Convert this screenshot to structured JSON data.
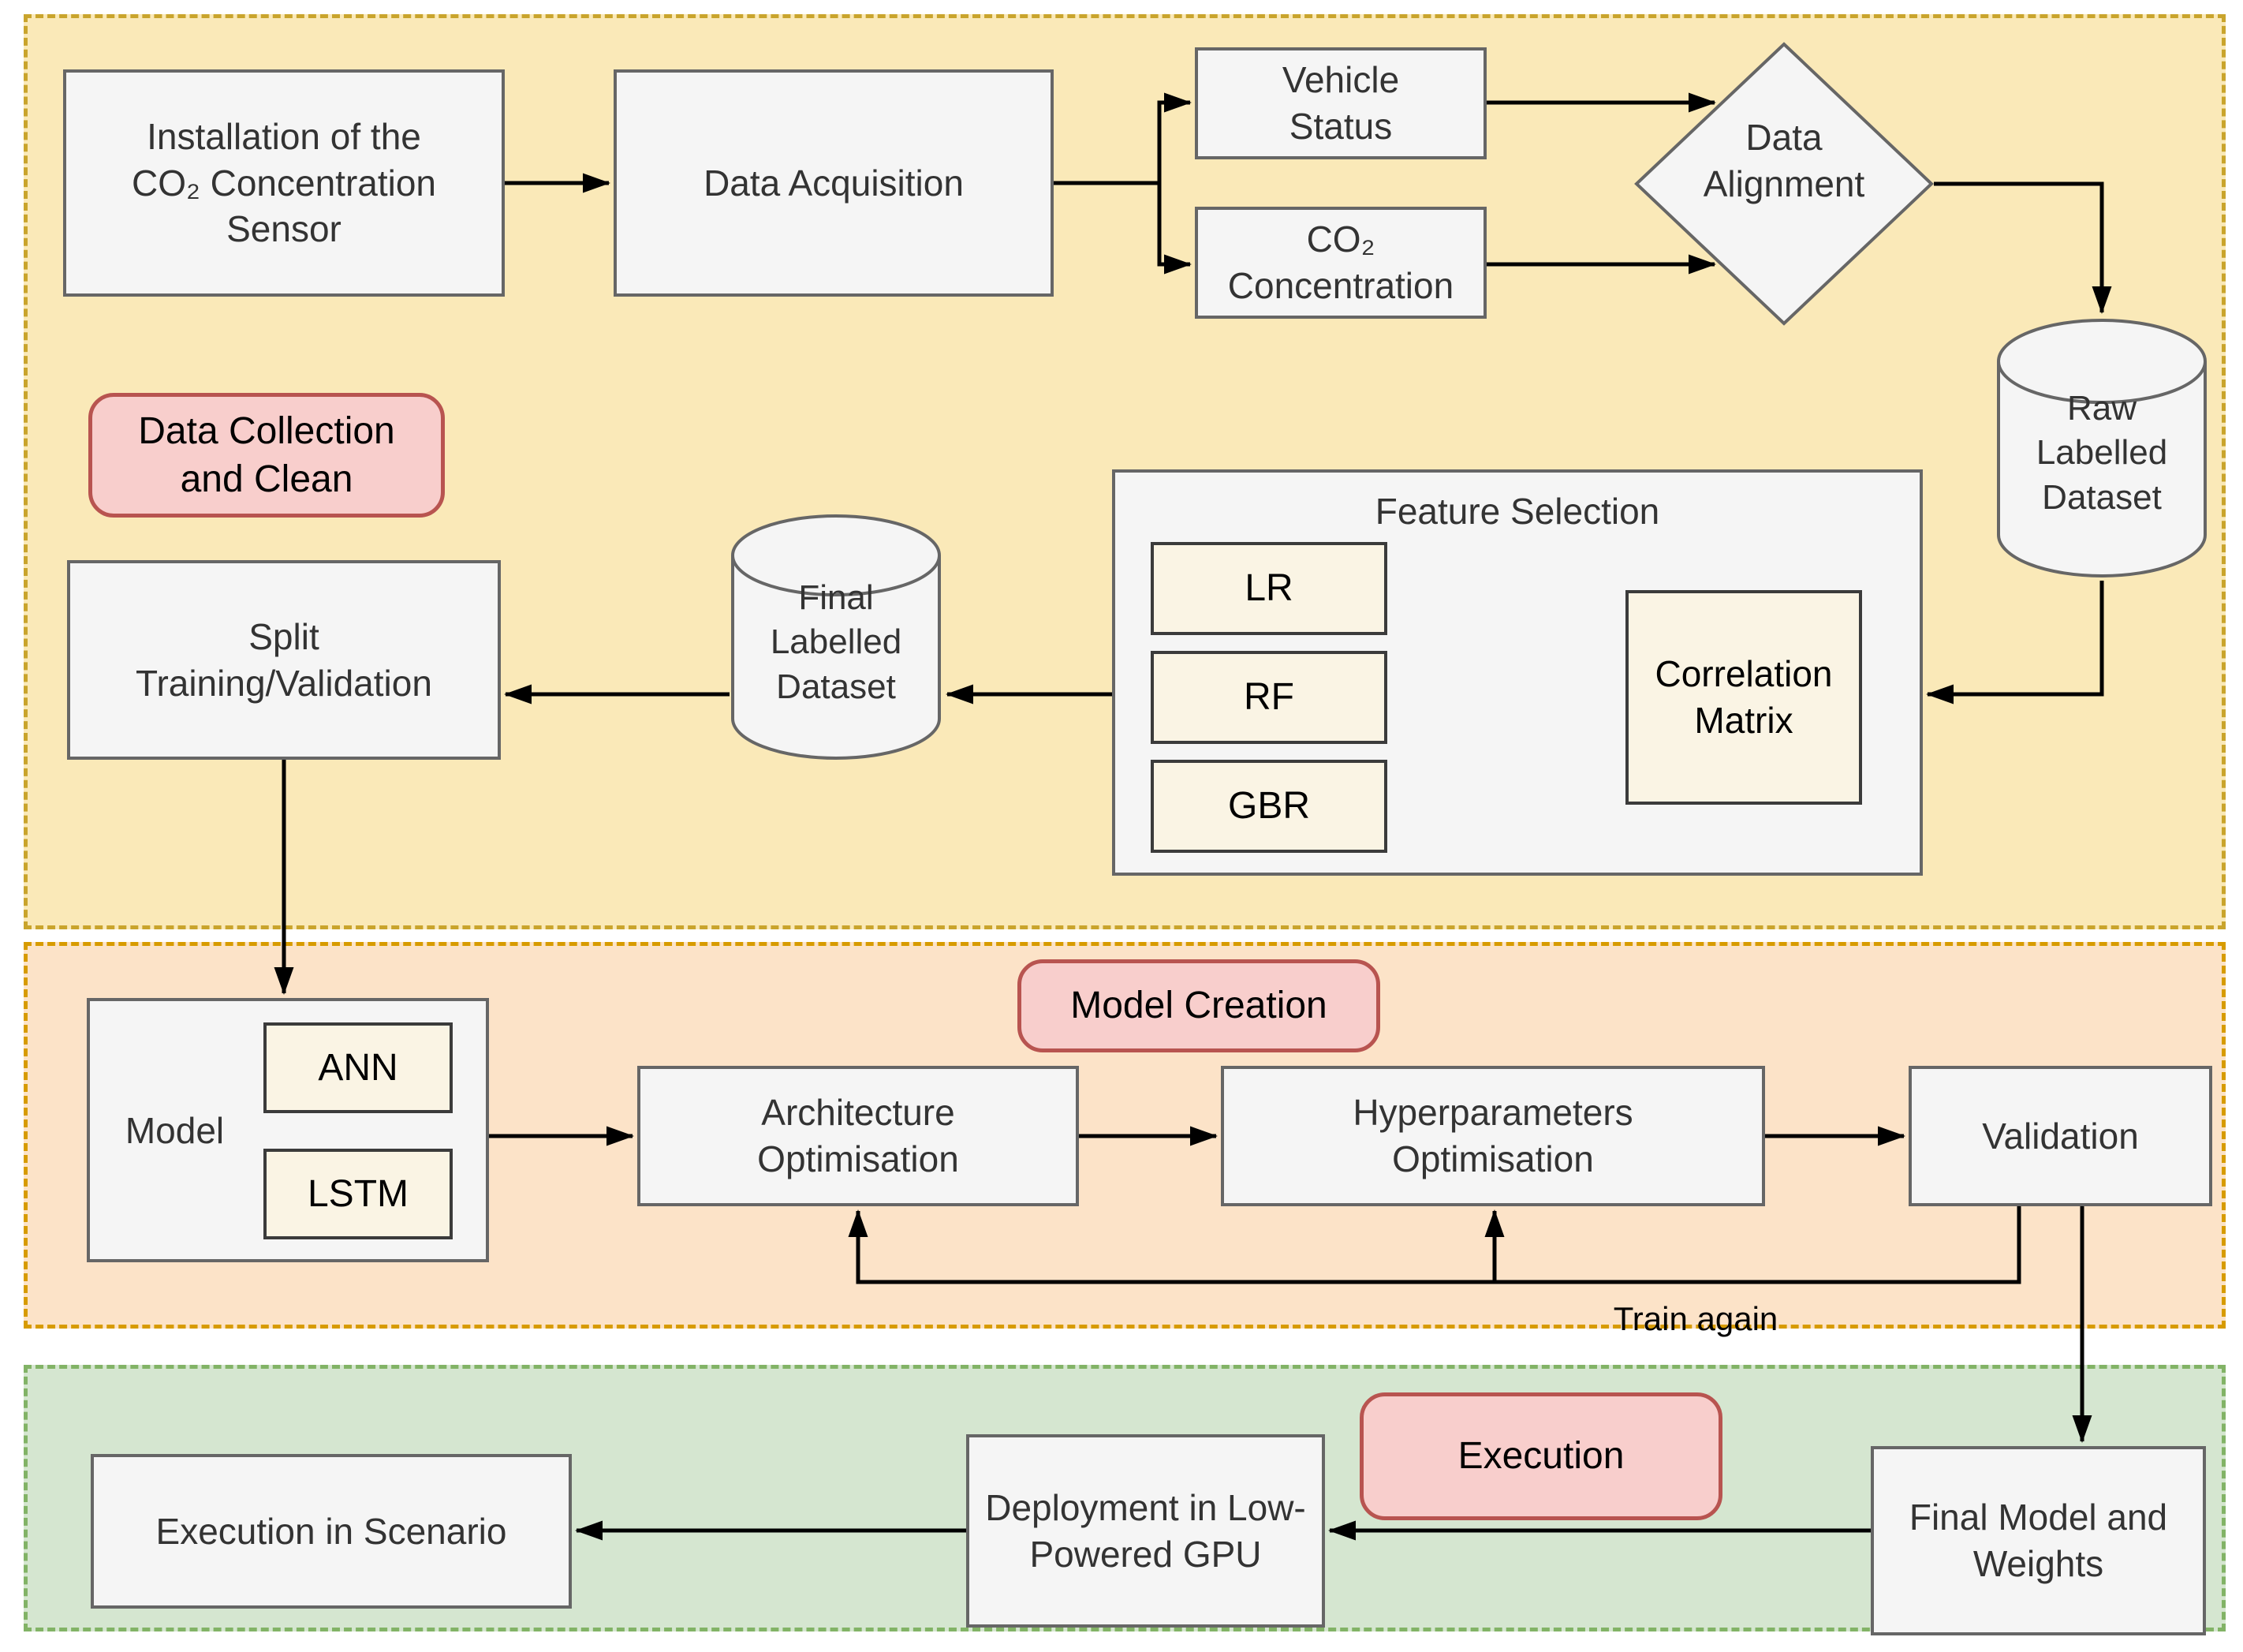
{
  "colors": {
    "section-yellow-fill": "#FAE9B8",
    "section-yellow-border": "#C9A42C",
    "section-orange-fill": "#FCE3C8",
    "section-orange-border": "#D79B00",
    "section-green-fill": "#D5E6D0",
    "section-green-border": "#82B366",
    "tag-fill": "#F8CECC",
    "tag-border": "#B85450",
    "node-fill": "#F5F5F5",
    "node-border": "#666666",
    "node-text": "#333333",
    "subnode-fill": "#FAF4E4",
    "subnode-border": "#3B3B3B",
    "arrow": "#000000"
  },
  "sections": {
    "data_collection": {
      "tag": "Data Collection\nand Clean"
    },
    "model_creation": {
      "tag": "Model Creation"
    },
    "execution": {
      "tag": "Execution"
    }
  },
  "nodes": {
    "installation": "Installation of the\nCO₂ Concentration\nSensor",
    "data_acquisition": "Data Acquisition",
    "vehicle_status": "Vehicle\nStatus",
    "co2_concentration": "CO₂\nConcentration",
    "data_alignment": "Data\nAlignment",
    "raw_labelled_dataset": "Raw\nLabelled\nDataset",
    "feature_selection": "Feature Selection",
    "lr": "LR",
    "rf": "RF",
    "gbr": "GBR",
    "correlation_matrix": "Correlation\nMatrix",
    "final_labelled_dataset": "Final\nLabelled\nDataset",
    "split_training_validation": "Split\nTraining/Validation",
    "model": "Model",
    "ann": "ANN",
    "lstm": "LSTM",
    "architecture_optimisation": "Architecture\nOptimisation",
    "hyperparameters_optimisation": "Hyperparameters\nOptimisation",
    "validation": "Validation",
    "final_model_weights": "Final Model and\nWeights",
    "deployment_gpu": "Deployment in Low-\nPowered GPU",
    "execution_scenario": "Execution in Scenario"
  },
  "edge_labels": {
    "train_again": "Train again"
  },
  "edges": [
    {
      "from": "installation",
      "to": "data_acquisition"
    },
    {
      "from": "data_acquisition",
      "to": "vehicle_status"
    },
    {
      "from": "data_acquisition",
      "to": "co2_concentration"
    },
    {
      "from": "vehicle_status",
      "to": "data_alignment"
    },
    {
      "from": "co2_concentration",
      "to": "data_alignment"
    },
    {
      "from": "data_alignment",
      "to": "raw_labelled_dataset"
    },
    {
      "from": "raw_labelled_dataset",
      "to": "feature_selection"
    },
    {
      "from": "correlation_matrix",
      "to": "lr"
    },
    {
      "from": "correlation_matrix",
      "to": "rf"
    },
    {
      "from": "correlation_matrix",
      "to": "gbr"
    },
    {
      "from": "feature_selection",
      "to": "final_labelled_dataset"
    },
    {
      "from": "final_labelled_dataset",
      "to": "split_training_validation"
    },
    {
      "from": "split_training_validation",
      "to": "model"
    },
    {
      "from": "model",
      "to": "architecture_optimisation"
    },
    {
      "from": "architecture_optimisation",
      "to": "hyperparameters_optimisation"
    },
    {
      "from": "hyperparameters_optimisation",
      "to": "validation"
    },
    {
      "from": "validation",
      "to": "architecture_optimisation",
      "label": "Train again"
    },
    {
      "from": "validation",
      "to": "hyperparameters_optimisation",
      "label": "Train again"
    },
    {
      "from": "validation",
      "to": "final_model_weights"
    },
    {
      "from": "final_model_weights",
      "to": "deployment_gpu"
    },
    {
      "from": "deployment_gpu",
      "to": "execution_scenario"
    }
  ]
}
